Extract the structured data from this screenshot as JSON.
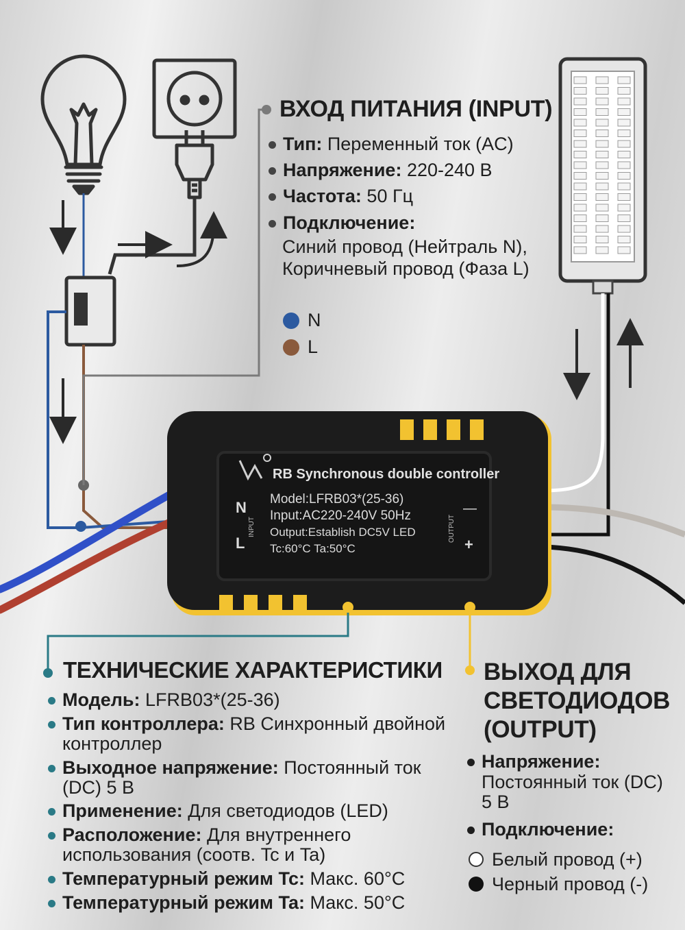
{
  "colors": {
    "neutral_wire": "#2c5aa0",
    "phase_wire": "#8a5a3c",
    "white_wire": "#ffffff",
    "black_wire": "#111111",
    "accent_teal": "#2a7a86",
    "accent_yellow": "#f2c230",
    "housing_yellow": "#f2c230",
    "housing_black": "#1c1c1c"
  },
  "icons": [
    "light-bulb-icon",
    "wall-socket-icon",
    "plug-icon",
    "switch-icon",
    "led-strip-icon",
    "arrow-icon"
  ],
  "input": {
    "heading": "ВХОД ПИТАНИЯ (INPUT)",
    "items": [
      {
        "label": "Тип:",
        "value": " Переменный ток (AC)"
      },
      {
        "label": "Напряжение:",
        "value": " 220-240 В"
      },
      {
        "label": "Частота:",
        "value": " 50 Гц"
      },
      {
        "label": "Подключение:",
        "value": ""
      }
    ],
    "connection_text": "Синий провод (Нейтраль N), Коричневый провод (Фаза L)",
    "wires": [
      {
        "name": "N",
        "color": "#2c5aa0"
      },
      {
        "name": "L",
        "color": "#8a5a3c"
      }
    ]
  },
  "device": {
    "brand_line": "RB Synchronous double controller",
    "model_line": "Model:LFRB03*(25-36)",
    "input_line": "Input:AC220-240V 50Hz",
    "output_line": "Output:Establish DC5V LED",
    "temp_line": "Tc:60°C   Ta:50°C",
    "left_n": "N",
    "left_l": "L",
    "left_input": "INPUT",
    "right_minus": "—",
    "right_plus": "+",
    "right_output": "OUTPUT"
  },
  "tech": {
    "heading": "ТЕХНИЧЕСКИЕ ХАРАКТЕРИСТИКИ",
    "items": [
      {
        "label": "Модель:",
        "value": " LFRB03*(25-36)"
      },
      {
        "label": "Тип контроллера:",
        "value": " RB Синхронный двойной контроллер"
      },
      {
        "label": "Выходное напряжение:",
        "value": " Постоянный ток (DC) 5 В"
      },
      {
        "label": "Применение:",
        "value": " Для светодиодов (LED)"
      },
      {
        "label": "Расположение:",
        "value": " Для внутреннего использования (соотв. Tc и Ta)"
      },
      {
        "label": "Температурный режим Tc:",
        "value": " Макс. 60°C"
      },
      {
        "label": "Температурный режим Ta:",
        "value": " Макс. 50°C"
      }
    ]
  },
  "output": {
    "heading": "ВЫХОД ДЛЯ СВЕТОДИОДОВ (OUTPUT)",
    "items": [
      {
        "label": "Напряжение:",
        "value": "Постоянный ток (DC) 5 В"
      },
      {
        "label": "Подключение:",
        "value": ""
      }
    ],
    "wires": [
      {
        "name": "Белый провод (+)",
        "color": "#ffffff"
      },
      {
        "name": "Черный провод (-)",
        "color": "#111111"
      }
    ]
  }
}
